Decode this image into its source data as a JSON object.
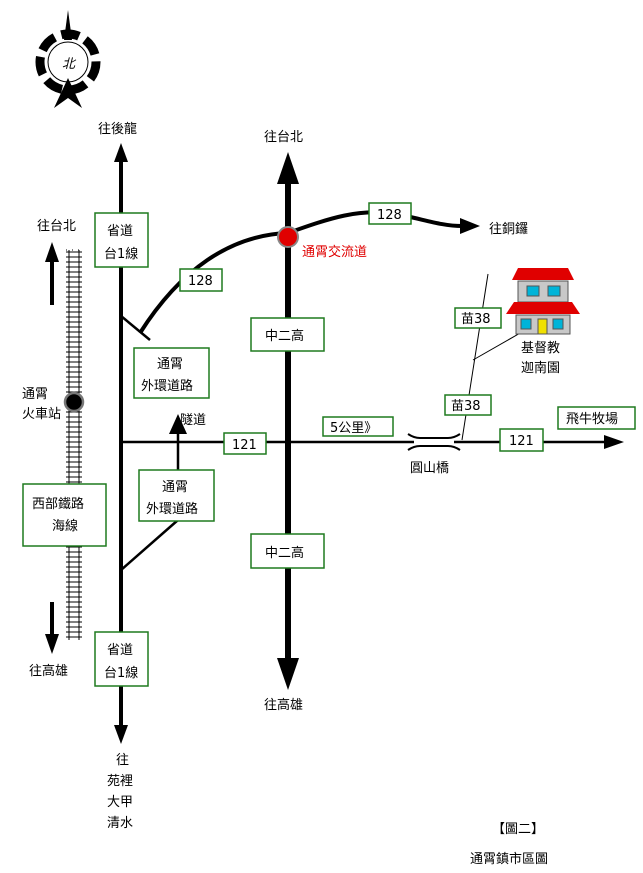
{
  "compass": {
    "label": "北"
  },
  "destinations": {
    "north_prov1": "往後龍",
    "north_freeway2": "往台北",
    "north_railway": "往台北",
    "south_freeway2": "往高雄",
    "south_railway": "往高雄",
    "south_prov1": [
      "往",
      "苑裡",
      "大甲",
      "清水"
    ],
    "east_128": "往銅鑼",
    "east_121": "飛牛牧場"
  },
  "roads": {
    "prov1_top": [
      "省道",
      "台1線"
    ],
    "prov1_bottom": [
      "省道",
      "台1線"
    ],
    "freeway2_top": "中二高",
    "freeway2_bottom": "中二高",
    "r128_upper": "128",
    "r128_lower": "128",
    "r121_west": "121",
    "r121_east": "121",
    "outer_ring_north": [
      "通霄",
      "外環道路"
    ],
    "outer_ring_south": [
      "通霄",
      "外環道路"
    ],
    "miao38_upper": "苗38",
    "miao38_lower": "苗38",
    "railway_line": [
      "西部鐵路",
      "海線"
    ]
  },
  "places": {
    "interchange": "通霄交流道",
    "station": [
      "通霄",
      "火車站"
    ],
    "tunnel": "隧道",
    "bridge": "圓山橋",
    "distance": "5公里》",
    "farm": [
      "基督教",
      "迦南園"
    ]
  },
  "caption": {
    "number": "【圖二】",
    "title": "通霄鎮市區圖"
  },
  "colors": {
    "sign_border": "#1f7a1f",
    "interchange_marker": "#e00000",
    "house_roof": "#e00000",
    "house_wall": "#c8c8c8",
    "house_window": "#00b4d8",
    "house_door": "#f0e000"
  }
}
